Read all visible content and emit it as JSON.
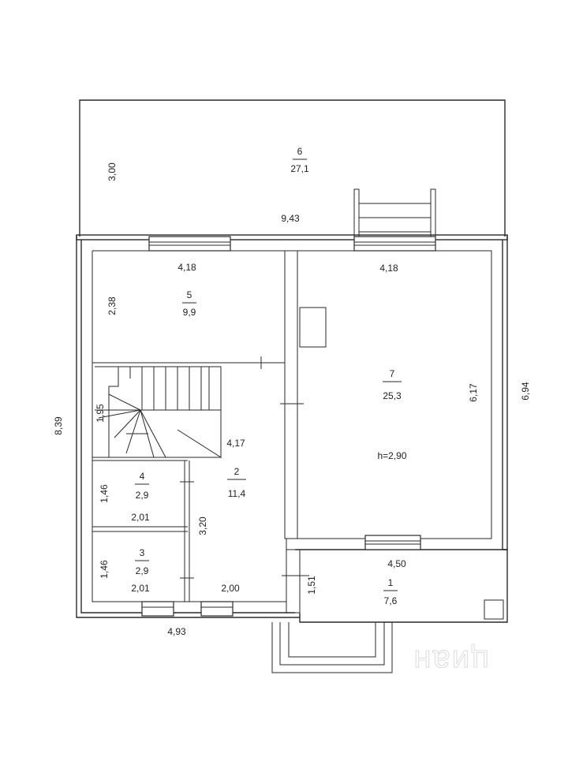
{
  "rooms": [
    {
      "id": "6",
      "number": "6",
      "area": "27,1"
    },
    {
      "id": "5",
      "number": "5",
      "area": "9,9"
    },
    {
      "id": "7",
      "number": "7",
      "area": "25,3",
      "height": "h=2,90"
    },
    {
      "id": "2",
      "number": "2",
      "area": "11,4"
    },
    {
      "id": "4",
      "number": "4",
      "area": "2,9"
    },
    {
      "id": "3",
      "number": "3",
      "area": "2,9"
    },
    {
      "id": "1",
      "number": "1",
      "area": "7,6"
    }
  ],
  "dimensions": {
    "terrace_depth": "3,00",
    "terrace_width": "9,43",
    "room5_width": "4,18",
    "room5_depth": "2,38",
    "room7_width": "4,18",
    "room7_depth": "6,17",
    "house_depth_right": "6,94",
    "house_depth_left": "8,39",
    "stair_width": "1,95",
    "hall_length": "4,17",
    "room4_depth": "1,46",
    "room4_width": "2,01",
    "room3_depth": "1,46",
    "room3_width": "2,01",
    "hall_depth": "3,20",
    "hall_width": "2,00",
    "porch_width": "4,50",
    "porch_depth": "1,51",
    "house_width": "4,93"
  },
  "watermark": "циан"
}
